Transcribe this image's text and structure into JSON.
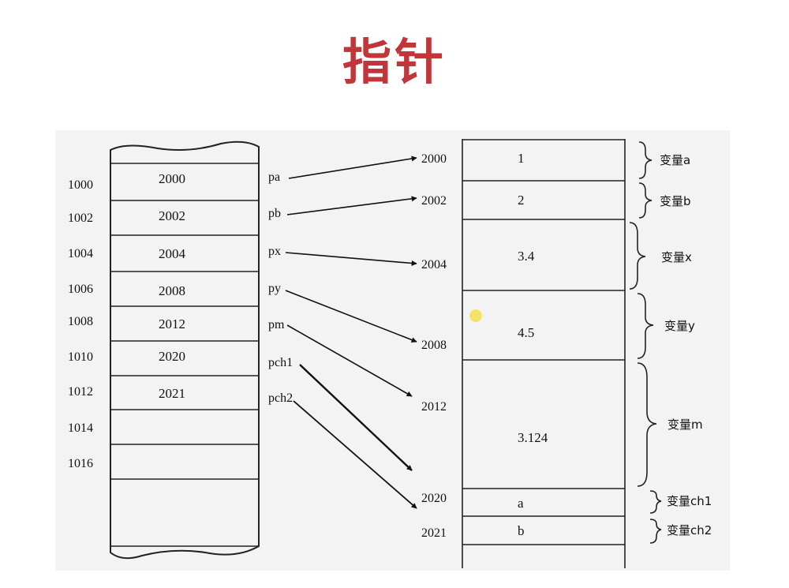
{
  "title": "指针",
  "left_memory": {
    "address_labels": [
      "1000",
      "1002",
      "1004",
      "1006",
      "1008",
      "1010",
      "1012",
      "1014",
      "1016"
    ],
    "cell_values": [
      "2000",
      "2002",
      "2004",
      "2008",
      "2012",
      "2020",
      "2021"
    ]
  },
  "pointers": [
    "pa",
    "pb",
    "px",
    "py",
    "pm",
    "pch1",
    "pch2"
  ],
  "right_memory": {
    "address_labels": [
      "2000",
      "2002",
      "2004",
      "2008",
      "2012",
      "2020",
      "2021"
    ],
    "cell_values": [
      "1",
      "2",
      "3.4",
      "4.5",
      "3.124",
      "a",
      "b"
    ]
  },
  "variable_labels": [
    "变量a",
    "变量b",
    "变量x",
    "变量y",
    "变量m",
    "变量ch1",
    "变量ch2"
  ],
  "colors": {
    "title": "#c0363b",
    "figure_background": "#f3f3f3",
    "line": "#222222",
    "cursor_dot": "#f5e15a"
  }
}
